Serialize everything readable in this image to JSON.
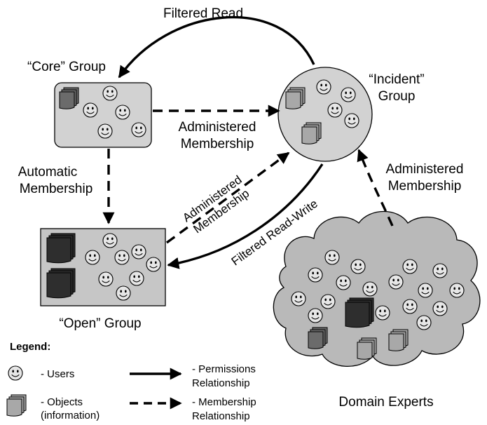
{
  "groups": {
    "core": "“Core” Group",
    "incident_line1": "“Incident”",
    "incident_line2": "Group",
    "open": "“Open” Group",
    "domain_experts": "Domain Experts"
  },
  "arrows": {
    "filtered_read": "Filtered Read",
    "core_to_incident_line1": "Administered",
    "core_to_incident_line2": "Membership",
    "automatic_line1": "Automatic",
    "automatic_line2": "Membership",
    "open_to_incident_line1": "Administered",
    "open_to_incident_line2": "Membership",
    "filtered_read_write": "Filtered Read-Write",
    "experts_to_incident_line1": "Administered",
    "experts_to_incident_line2": "Membership"
  },
  "legend": {
    "title": "Legend:",
    "users": "- Users",
    "objects_line1": "- Objects",
    "objects_line2": "(information)",
    "permissions_line1": "- Permissions",
    "permissions_line2": "Relationship",
    "membership_line1": "- Membership",
    "membership_line2": "Relationship"
  },
  "colors": {
    "group_fill": "#d2d2d2",
    "open_fill": "#c6c6c6",
    "cloud_fill": "#b9b9b9",
    "object_light": "#a8a8a8",
    "object_mid": "#6b6b6b",
    "object_dark": "#2e2e2e",
    "face_fill": "#e6e6e6",
    "line": "#000000"
  },
  "icons": {
    "user": "smiley-face-icon",
    "object": "stacked-documents-icon"
  }
}
